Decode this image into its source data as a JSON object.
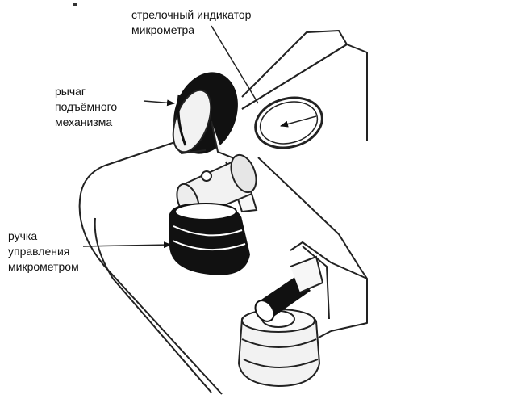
{
  "labels": {
    "indicator": [
      "стрелочный индикатор",
      "микрометра"
    ],
    "lever": [
      "рычаг",
      "подъёмного",
      "механизма"
    ],
    "knob": [
      "ручка",
      "управления",
      "микрометром"
    ]
  }
}
